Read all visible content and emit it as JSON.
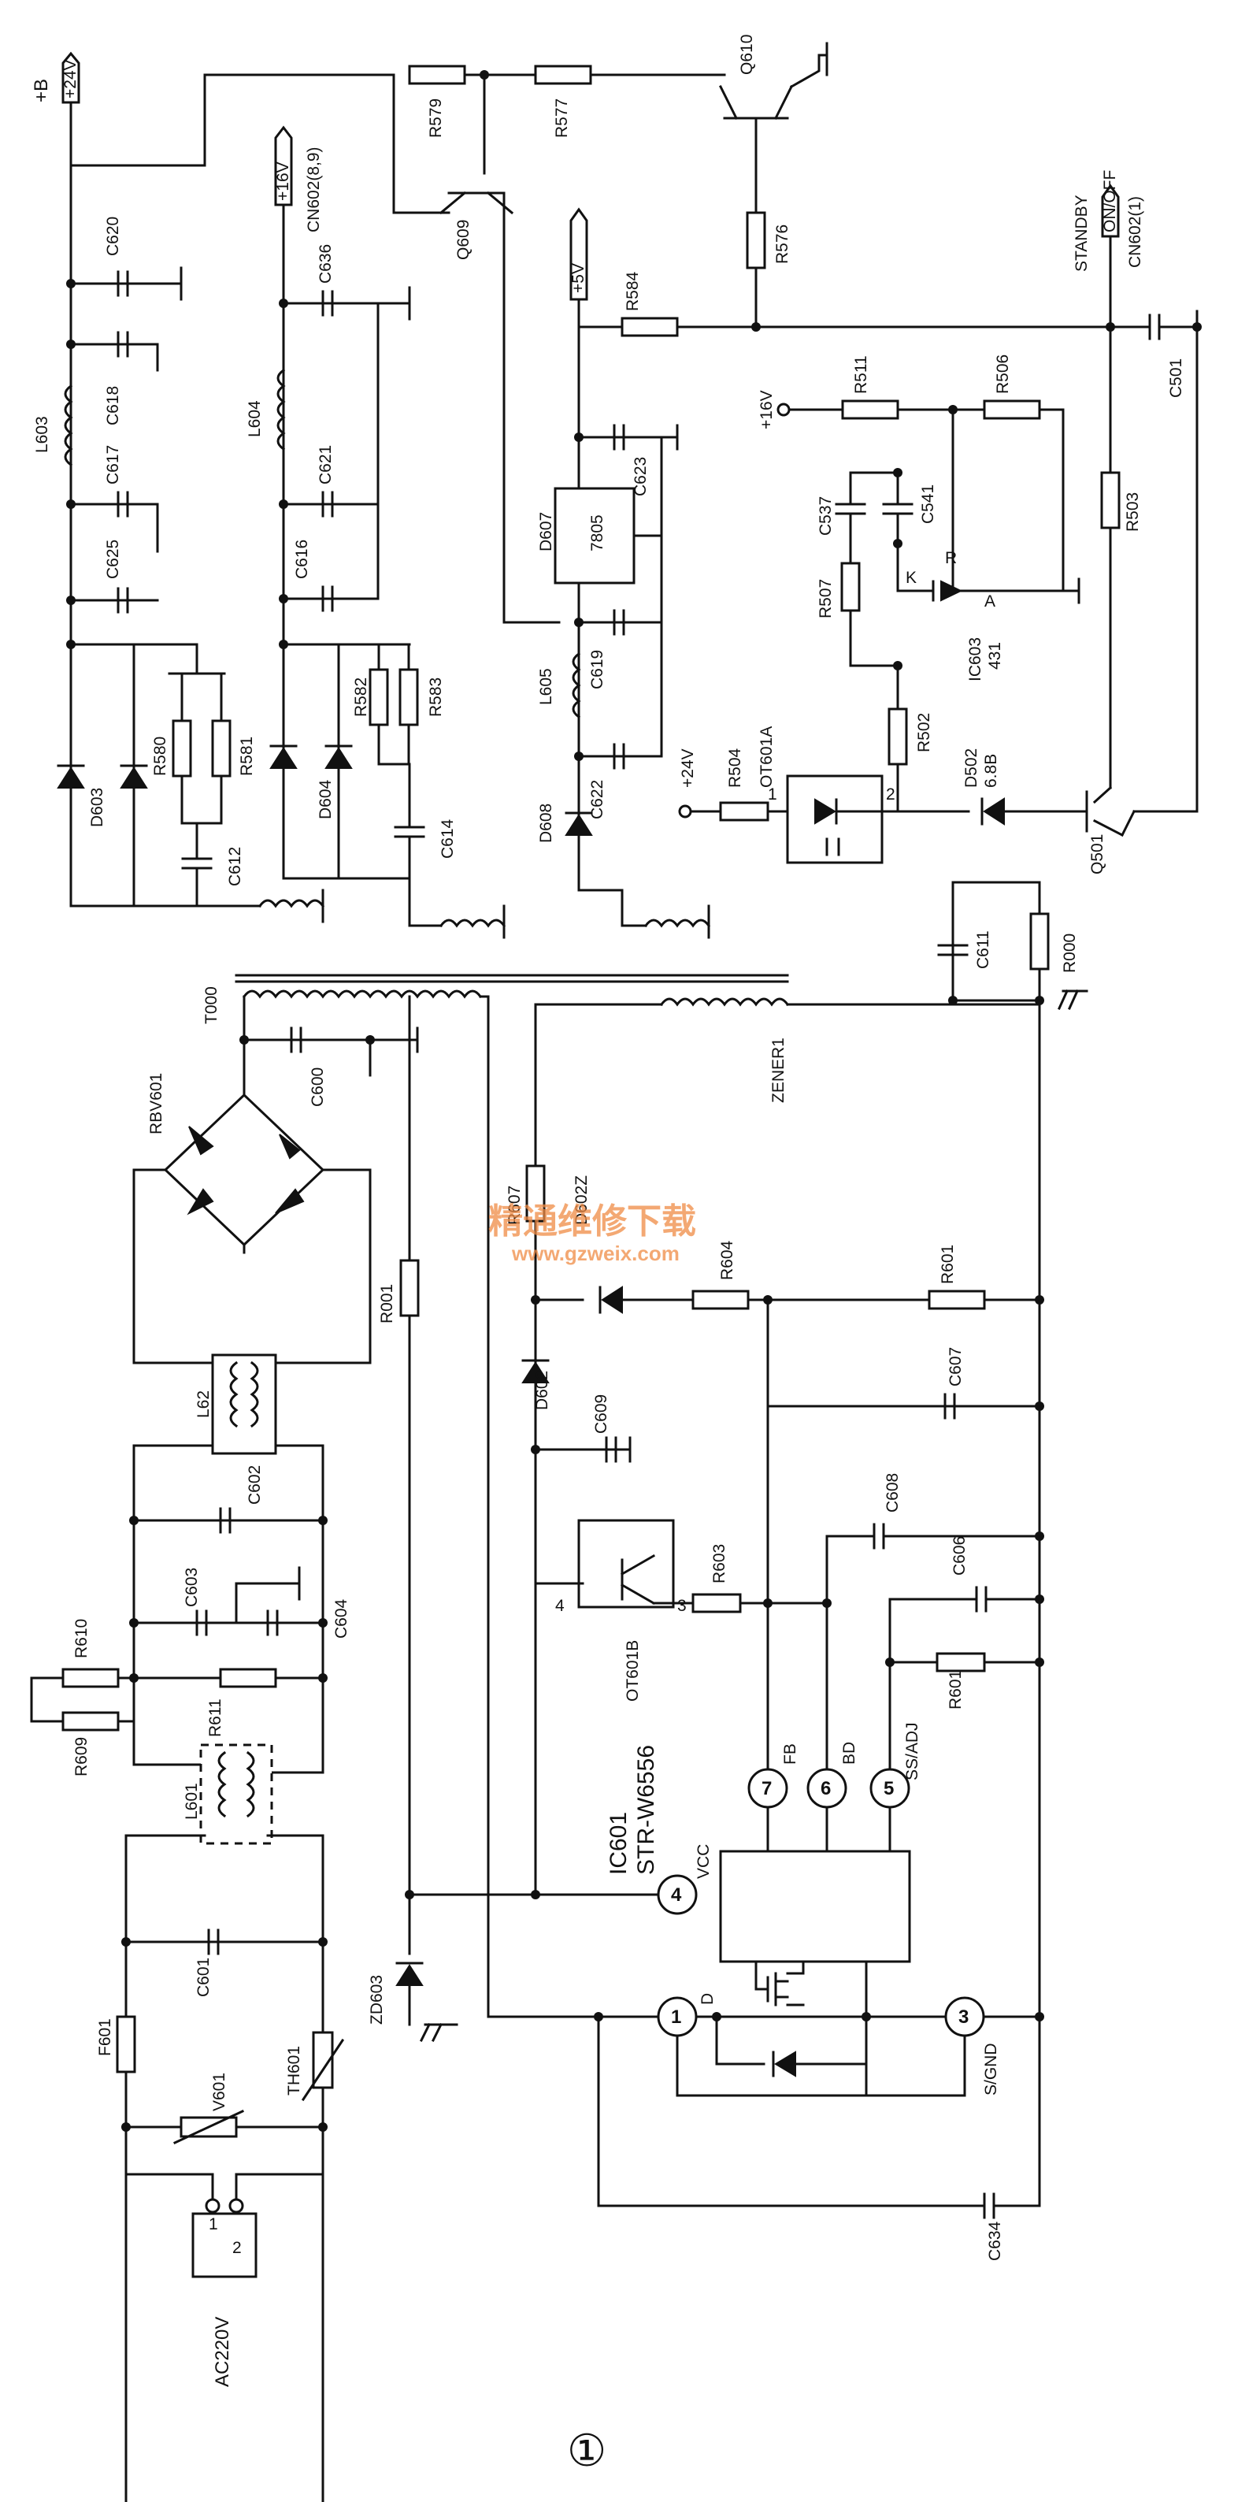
{
  "labels": {
    "plus_b": "+B",
    "v24_flag": "+24V",
    "v16_flag": "+16V",
    "cn602_89": "CN602(8,9)",
    "v5_flag": "+5V",
    "standby": "STANDBY",
    "on_off": "ON/OFF",
    "cn602_1": "CN602(1)",
    "plus16v": "+16V",
    "plus24v": "+24V",
    "ac220v": "AC220V",
    "zener1": "ZENER1",
    "ic_name": "IC601",
    "ic_part": "STR-W6556",
    "oc_a": "OT601A",
    "oc_b": "OT601B",
    "reg_part": "7805",
    "sh431": "431",
    "zen_val": "6.8B",
    "fig_number": "①"
  },
  "components": {
    "R579": "R579",
    "R577": "R577",
    "Q610": "Q610",
    "Q609": "Q609",
    "R576": "R576",
    "R584": "R584",
    "C501": "C501",
    "R511": "R511",
    "R506": "R506",
    "R503": "R503",
    "C537": "C537",
    "C541": "C541",
    "R507": "R507",
    "IC603": "IC603",
    "R502": "R502",
    "R504": "R504",
    "D502": "D502",
    "Q501": "Q501",
    "C611": "C611",
    "R000": "R000",
    "C620": "C620",
    "C618": "C618",
    "C617": "C617",
    "C625": "C625",
    "L603": "L603",
    "D603": "D603",
    "R580": "R580",
    "R581": "R581",
    "C612": "C612",
    "C636": "C636",
    "L604": "L604",
    "C621": "C621",
    "C616": "C616",
    "D604": "D604",
    "R582": "R582",
    "R583": "R583",
    "C614": "C614",
    "D607": "D607",
    "C623": "C623",
    "C619": "C619",
    "L605": "L605",
    "C622": "C622",
    "D608": "D608",
    "T000": "T000",
    "C600": "C600",
    "RBV601": "RBV601",
    "R001": "R001",
    "R607": "R607",
    "D602Z": "D602Z",
    "R604": "R604",
    "R601a": "R601",
    "D602": "D602",
    "C609": "C609",
    "C607": "C607",
    "L62": "L62",
    "C602": "C602",
    "C603": "C603",
    "C604": "C604",
    "R603": "R603",
    "C608": "C608",
    "C606": "C606",
    "R610": "R610",
    "R611": "R611",
    "R609": "R609",
    "R601b": "R601",
    "L601": "L601",
    "ZD603": "ZD603",
    "C601": "C601",
    "F601": "F601",
    "V601": "V601",
    "TH601": "TH601",
    "C634": "C634"
  },
  "pins": {
    "p1": "1",
    "p2": "2",
    "p3": "3",
    "p4": "4",
    "p5": "5",
    "p6": "6",
    "p7": "7",
    "k": "K",
    "r": "R",
    "a": "A",
    "vcc": "VCC",
    "fb": "FB",
    "bd": "BD",
    "ss_adj": "SS/ADJ",
    "d": "D",
    "s_gnd": "S/GND",
    "ac1": "1",
    "ac2": "2"
  },
  "watermark": {
    "cn": "精通维修下载",
    "url": "www.gzweix.com"
  }
}
